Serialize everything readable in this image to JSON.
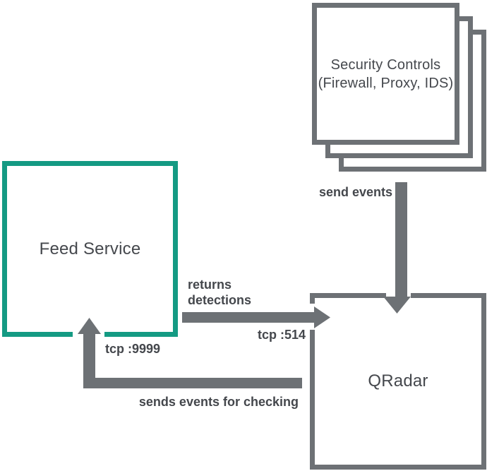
{
  "colors": {
    "teal": "#149A83",
    "gray": "#6D7175",
    "text": "#45484D"
  },
  "nodes": {
    "feed_service": {
      "label": "Feed Service"
    },
    "security_controls": {
      "line1": "Security Controls",
      "line2": "(Firewall, Proxy, IDS)"
    },
    "qradar": {
      "label": "QRadar"
    }
  },
  "edges": {
    "send_events": {
      "label": "send events"
    },
    "returns_detections": {
      "label": "returns detections",
      "port": "tcp :514"
    },
    "sends_events_for_checking": {
      "label": "sends events for checking",
      "port": "tcp :9999"
    }
  }
}
